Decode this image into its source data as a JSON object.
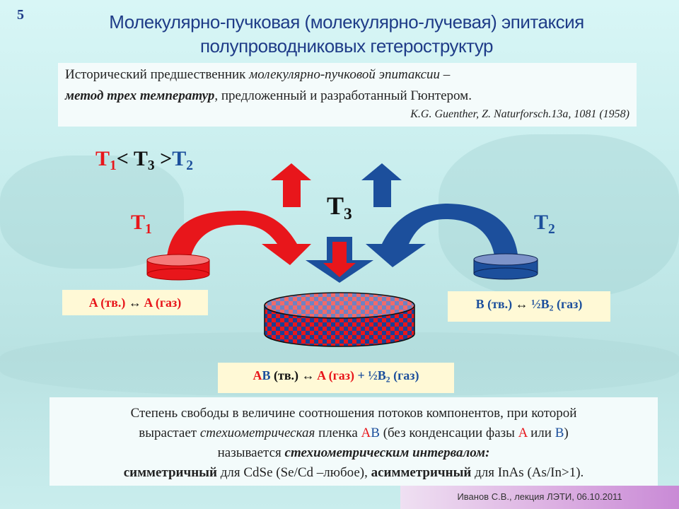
{
  "slide": {
    "number": "5",
    "title_line1": "Молекулярно-пучковая (молекулярно-лучевая) эпитаксия",
    "title_line2": "полупроводниковых гетероструктур"
  },
  "history": {
    "line1_prefix": "Исторический предшественник ",
    "line1_italic": "молекулярно-пучковой эпитаксии –",
    "line2_bold_italic": "метод трех температур",
    "line2_suffix": ",  предложенный и разработанный Гюнтером.",
    "citation": "K.G. Guenther, Z. Naturforsch.13a, 1081 (1958)"
  },
  "diagram": {
    "inequality": {
      "t1": "T",
      "t1_sub": "1",
      "lt": "< ",
      "t3": "T",
      "t3_sub": "3",
      "gt": " >",
      "t2": "T",
      "t2_sub": "2"
    },
    "label_t1": {
      "main": "T",
      "sub": "1"
    },
    "label_t2": {
      "main": "T",
      "sub": "2"
    },
    "label_t3": {
      "main": "T",
      "sub": "3"
    },
    "eq_a": {
      "a1": "A (тв.) ",
      "arrow": "↔",
      "a2": " A (газ)"
    },
    "eq_b": {
      "b1": "B (тв.) ",
      "arrow": "↔",
      "b2": " ½B",
      "b2_sub": "2",
      "b3": " (газ)"
    },
    "eq_ab": {
      "a": "A",
      "b": "B",
      "tv": " (тв.) ",
      "arrow": "↔",
      "agas": " A (газ)",
      "plus": " + ½B",
      "sub": "2",
      "gas": " (газ)"
    },
    "colors": {
      "red": "#e8161b",
      "blue": "#1c4f9c"
    }
  },
  "bottom": {
    "line1": "Степень свободы в величине соотношения  потоков компонентов, при которой",
    "line2_a": "вырастает ",
    "line2_it": "стехиометрическая",
    "line2_b": " пленка ",
    "line2_A": "A",
    "line2_B": "B",
    "line2_c": " (без конденсации  фазы ",
    "line2_A2": "A",
    "line2_or": " или ",
    "line2_B2": "B",
    "line2_end": ")",
    "line3_a": "называется ",
    "line3_it": "стехиометрическим интервалом:",
    "line4_b1": "симметричный",
    "line4_a": " для CdSe (Se/Cd –любое), ",
    "line4_b2": "асимметричный",
    "line4_c": " для InAs (As/In>1)."
  },
  "footer": {
    "text": "Иванов С.В., лекция ЛЭТИ, 06.10.2011"
  }
}
